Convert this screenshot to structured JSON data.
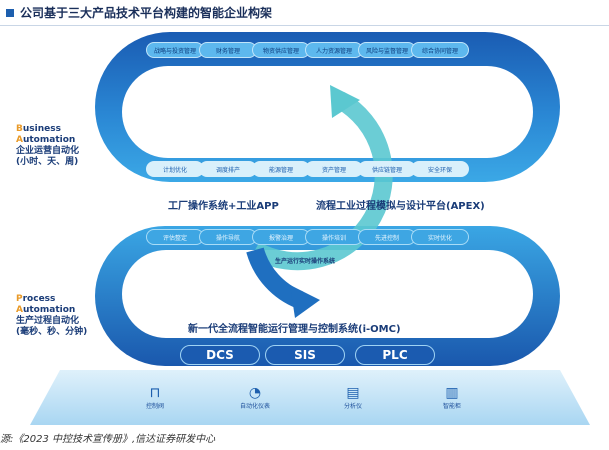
{
  "title": "公司基于三大产品技术平台构建的智能企业构架",
  "business": {
    "line1_first": "B",
    "line1_rest": "usiness",
    "line2_first": "A",
    "line2_rest": "utomation",
    "cn": "企业运营自动化",
    "sub": "(小时、天、周)"
  },
  "process": {
    "line1_first": "P",
    "line1_rest": "rocess",
    "line2_first": "A",
    "line2_rest": "utomation",
    "cn": "生产过程自动化",
    "sub": "(毫秒、秒、分钟)"
  },
  "top_modules": [
    "战略与投资管理",
    "财务管理",
    "物资供应管理",
    "人力资源管理",
    "风险与监督管理",
    "综合协同管理"
  ],
  "mid_modules": [
    "计划优化",
    "调度排产",
    "能源管理",
    "资产管理",
    "供应链管理",
    "安全环保"
  ],
  "low_modules": [
    "评估整定",
    "操作导航",
    "报警治理",
    "操作培训",
    "先进控制",
    "实时优化"
  ],
  "platform_left": "工厂操作系统+工业APP",
  "platform_right": "流程工业过程模拟与设计平台(APEX)",
  "realtime_os": "生产运行实时操作系统",
  "iomc": "新一代全流程智能运行管理与控制系统(i-OMC)",
  "systems": [
    "DCS",
    "SIS",
    "PLC"
  ],
  "devices": [
    {
      "label": "控制阀",
      "icon": "valve-icon"
    },
    {
      "label": "自动化仪表",
      "icon": "gauge-icon"
    },
    {
      "label": "分析仪",
      "icon": "analyzer-icon"
    },
    {
      "label": "智能柜",
      "icon": "cabinet-icon"
    }
  ],
  "source": "源:《2023 中控技术宣传册》,信达证券研发中心",
  "colors": {
    "dark_blue": "#1b5bb0",
    "light_blue": "#3ea6e3",
    "teal": "#5bc8d0"
  }
}
